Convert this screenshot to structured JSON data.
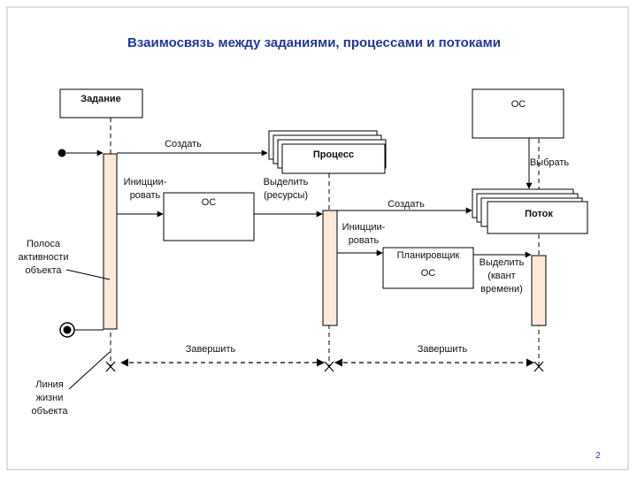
{
  "title": "Взаимосвязь между заданиями, процессами и потоками",
  "page_number": "2",
  "boxes": {
    "task": "Задание",
    "os_top": "ОС",
    "process": "Процесс",
    "os_middle": "ОС",
    "thread": "Поток",
    "scheduler_line1": "Планировщик",
    "scheduler_line2": "ОС"
  },
  "messages": {
    "create_process": "Создать",
    "select": "Выбрать",
    "init1_line1": "Иницции-",
    "init1_line2": "ровать",
    "allocate_resources_line1": "Выделить",
    "allocate_resources_line2": "(ресурсы)",
    "create_thread": "Создать",
    "init2_line1": "Иницции-",
    "init2_line2": "ровать",
    "allocate_quantum_line1": "Выделить",
    "allocate_quantum_line2": "(квант",
    "allocate_quantum_line3": "времени)",
    "finish1": "Завершить",
    "finish2": "Завершить"
  },
  "callouts": {
    "activity_bar_line1": "Полоса",
    "activity_bar_line2": "активности",
    "activity_bar_line3": "объекта",
    "lifeline_line1": "Линия",
    "lifeline_line2": "жизни",
    "lifeline_line3": "объекта"
  },
  "colors": {
    "title": "#1f3a93",
    "activation_bar": "#fde9d9",
    "line": "#000000"
  }
}
